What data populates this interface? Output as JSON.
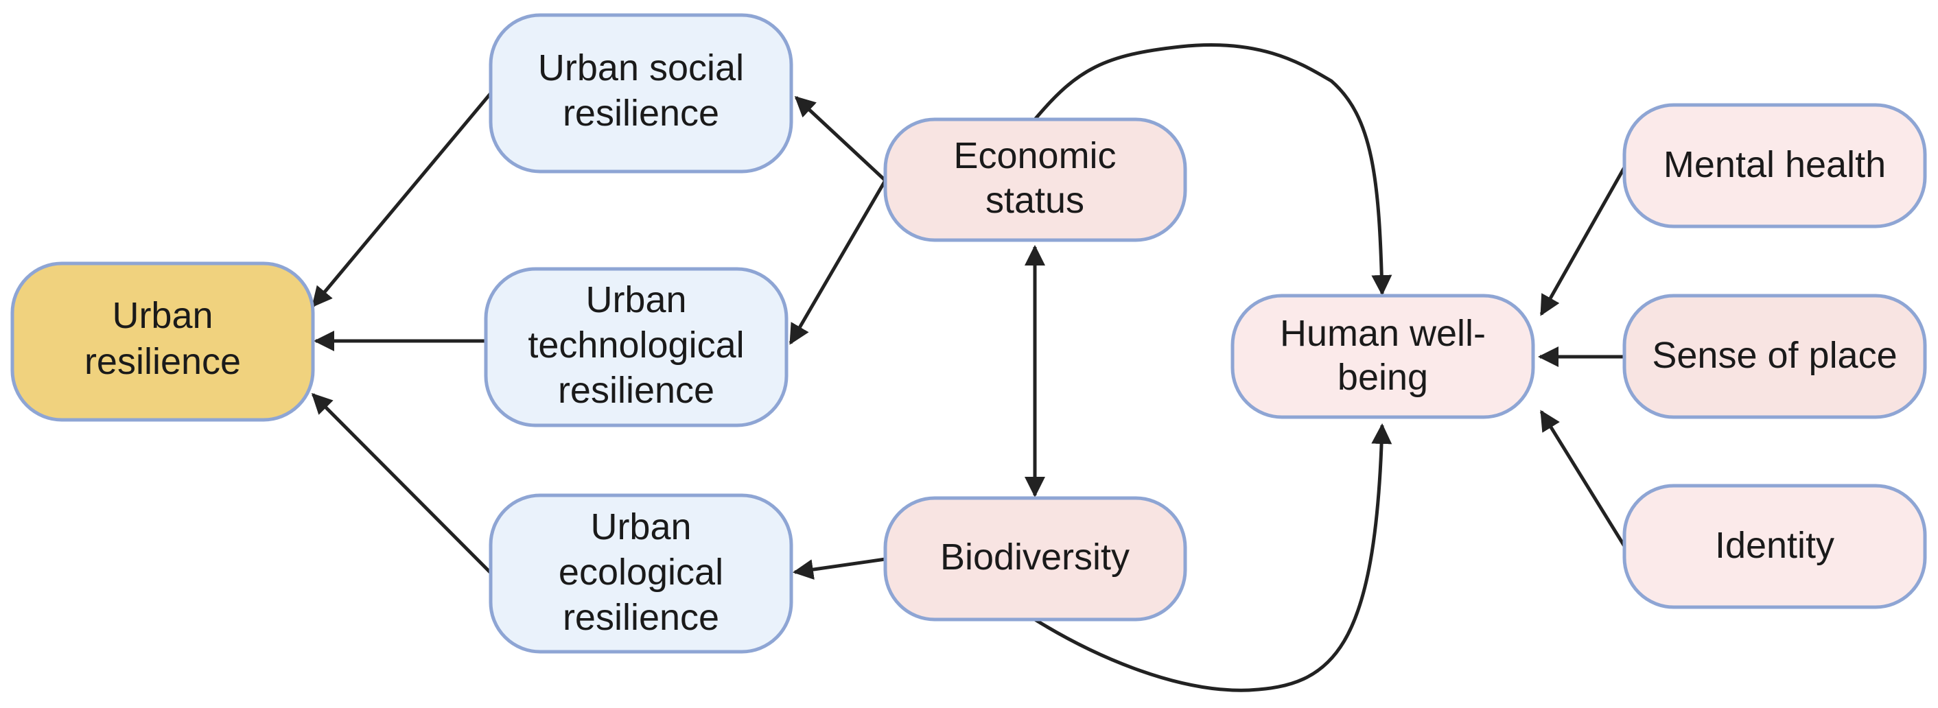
{
  "colors": {
    "resilience_fill": "#f0d27e",
    "resilience_dim_fill": "#eaf2fb",
    "factor_fill": "#f8e4e2",
    "wellbeing_fill": "#fbeaea",
    "border": "#8ea5d4",
    "arrow": "#222222"
  },
  "nodes": {
    "urban_resilience": [
      "Urban",
      "resilience"
    ],
    "urban_social_resilience": [
      "Urban social",
      "resilience"
    ],
    "urban_technological_resilience": [
      "Urban",
      "technological",
      "resilience"
    ],
    "urban_ecological_resilience": [
      "Urban",
      "ecological",
      "resilience"
    ],
    "economic_status": [
      "Economic",
      "status"
    ],
    "biodiversity": [
      "Biodiversity"
    ],
    "human_wellbeing": [
      "Human well-",
      "being"
    ],
    "mental_health": [
      "Mental health"
    ],
    "sense_of_place": [
      "Sense of place"
    ],
    "identity": [
      "Identity"
    ]
  }
}
